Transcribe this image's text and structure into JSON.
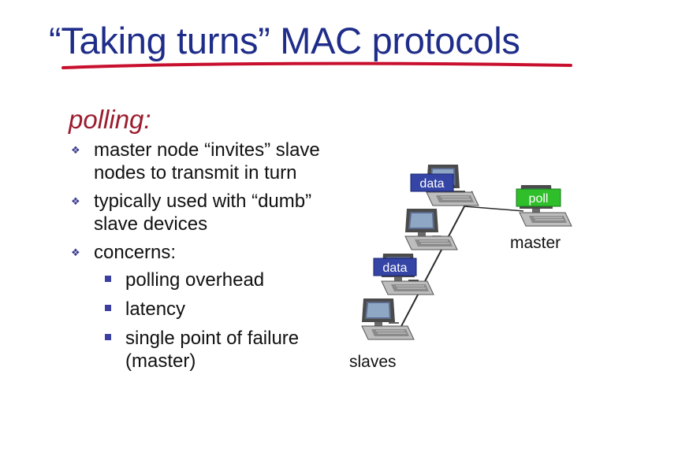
{
  "slide": {
    "title": "“Taking turns” MAC protocols",
    "heading": "polling:",
    "bullets": [
      {
        "text": "master node “invites” slave nodes to transmit in turn"
      },
      {
        "text": "typically used with “dumb” slave devices"
      },
      {
        "text": "concerns:",
        "subbullets": [
          "polling overhead",
          "latency",
          "single point of failure (master)"
        ]
      }
    ]
  },
  "diagram": {
    "data_labels": [
      "data",
      "data"
    ],
    "poll_label": "poll",
    "master_label": "master",
    "slaves_label": "slaves"
  },
  "colors": {
    "title": "#1f2d8a",
    "heading": "#9b1c2e",
    "underline": "#c8102e",
    "data_box": "#3545a6",
    "poll_box": "#2fbf2a"
  },
  "icons": {
    "bullet": "diamond-bullet-icon",
    "subbullet": "square-bullet-icon"
  }
}
